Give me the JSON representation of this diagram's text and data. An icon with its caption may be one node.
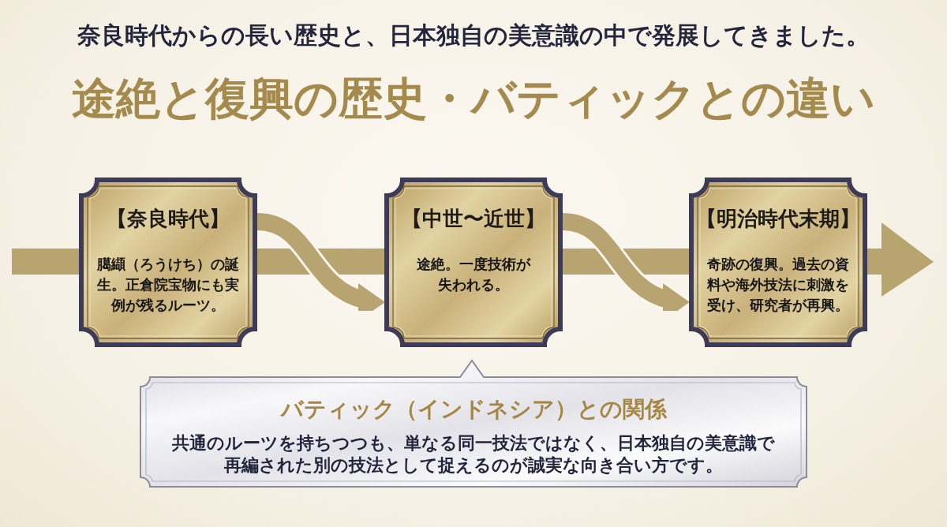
{
  "diagram": {
    "title": "途絶と復興の歴史・バティックとの違い",
    "nodes": [
      {
        "text": [
          "【奈良時代】",
          "臈纈（ろうけち）の誕生。正倉院宝物にも実例が残るルーツ。"
        ]
      },
      {
        "text": [
          "【中世〜近世】",
          "途絶。一度技術が失われる。"
        ]
      },
      {
        "text": [
          "【明治時代末期】",
          "奇跡の復興。過去の資料や海外技法に刺激を受け、研究者が再興。"
        ]
      },
      {
        "text": [
          "バティック（インドネシア）との関係",
          "共通のルーツを持ちつつも、単なる同一技法ではなく、日本独自の美意識で再編された別の技法として捉えるのが誠実な向き合い方です。"
        ]
      }
    ],
    "edges": [
      {
        "from": 0,
        "to": 1,
        "arrow": "to"
      },
      {
        "from": 1,
        "to": 2,
        "arrow": "to"
      }
    ],
    "labels": [
      "奈良時代からの長い歴史と、日本独自の美意識の中で発展してきました。"
    ]
  }
}
